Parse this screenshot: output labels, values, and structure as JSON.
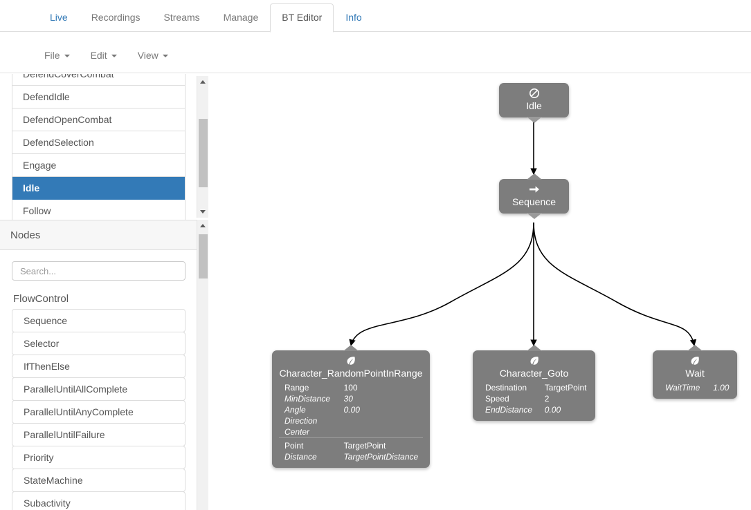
{
  "tabs": [
    {
      "label": "Live",
      "state": "link"
    },
    {
      "label": "Recordings",
      "state": "muted"
    },
    {
      "label": "Streams",
      "state": "muted"
    },
    {
      "label": "Manage",
      "state": "muted"
    },
    {
      "label": "BT Editor",
      "state": "active"
    },
    {
      "label": "Info",
      "state": "link"
    }
  ],
  "menubar": [
    {
      "label": "File"
    },
    {
      "label": "Edit"
    },
    {
      "label": "View"
    }
  ],
  "behaviour_list": [
    {
      "label": "DefendCoverCombat",
      "selected": false
    },
    {
      "label": "DefendIdle",
      "selected": false
    },
    {
      "label": "DefendOpenCombat",
      "selected": false
    },
    {
      "label": "DefendSelection",
      "selected": false
    },
    {
      "label": "Engage",
      "selected": false
    },
    {
      "label": "Idle",
      "selected": true
    },
    {
      "label": "Follow",
      "selected": false
    }
  ],
  "nodes_panel": {
    "title": "Nodes",
    "search_placeholder": "Search...",
    "search_value": "",
    "groups": [
      {
        "title": "FlowControl",
        "items": [
          {
            "label": "Sequence"
          },
          {
            "label": "Selector"
          },
          {
            "label": "IfThenElse"
          },
          {
            "label": "ParallelUntilAllComplete"
          },
          {
            "label": "ParallelUntilAnyComplete"
          },
          {
            "label": "ParallelUntilFailure"
          },
          {
            "label": "Priority"
          },
          {
            "label": "StateMachine"
          },
          {
            "label": "Subactivity"
          }
        ]
      }
    ]
  },
  "colors": {
    "accent": "#337ab7",
    "node_fill": "#7d7d7d",
    "node_text": "#ffffff",
    "edge": "#000000",
    "panel_border": "#dddddd"
  },
  "graph": {
    "nodes": [
      {
        "id": "idle",
        "title": "Idle",
        "icon": "prohibited-icon",
        "props": []
      },
      {
        "id": "sequence",
        "title": "Sequence",
        "icon": "arrow-right-icon",
        "props": []
      },
      {
        "id": "random",
        "title": "Character_RandomPointInRange",
        "icon": "leaf-icon",
        "props": [
          {
            "key": "Range",
            "value": "100",
            "italic": false,
            "separator": false
          },
          {
            "key": "MinDistance",
            "value": "30",
            "italic": true,
            "separator": false
          },
          {
            "key": "Angle",
            "value": "0.00",
            "italic": true,
            "separator": false
          },
          {
            "key": "Direction",
            "value": "",
            "italic": true,
            "separator": false
          },
          {
            "key": "Center",
            "value": "",
            "italic": true,
            "separator": false
          },
          {
            "key": "Point",
            "value": "TargetPoint",
            "italic": false,
            "separator": true
          },
          {
            "key": "Distance",
            "value": "TargetPointDistance",
            "italic": true,
            "separator": false
          }
        ]
      },
      {
        "id": "goto",
        "title": "Character_Goto",
        "icon": "leaf-icon",
        "props": [
          {
            "key": "Destination",
            "value": "TargetPoint",
            "italic": false,
            "separator": false
          },
          {
            "key": "Speed",
            "value": "2",
            "italic": false,
            "separator": false
          },
          {
            "key": "EndDistance",
            "value": "0.00",
            "italic": true,
            "separator": false
          }
        ]
      },
      {
        "id": "wait",
        "title": "Wait",
        "icon": "leaf-icon",
        "props": [
          {
            "key": "WaitTime",
            "value": "1.00",
            "italic": true,
            "separator": false
          }
        ]
      }
    ],
    "edges": [
      {
        "from": "idle",
        "to": "sequence"
      },
      {
        "from": "sequence",
        "to": "random"
      },
      {
        "from": "sequence",
        "to": "goto"
      },
      {
        "from": "sequence",
        "to": "wait"
      }
    ]
  }
}
